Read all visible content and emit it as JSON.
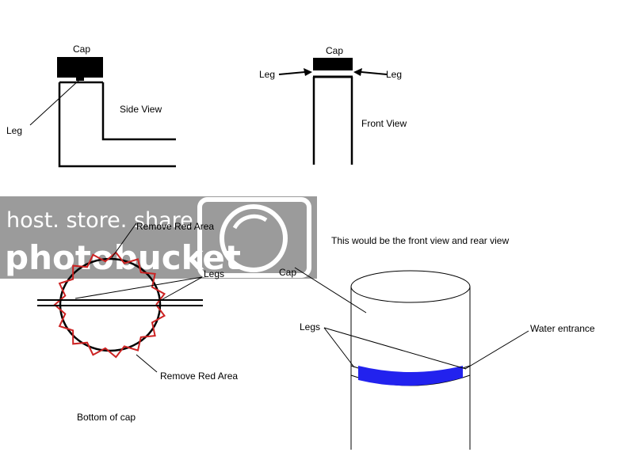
{
  "colors": {
    "ink": "#000000",
    "red_area": "#cc2222",
    "water_entrance": "#2222ee",
    "watermark_bg": "#888888",
    "watermark_fg": "#ffffff"
  },
  "watermark": {
    "line1": "host. store. share.",
    "line2": "photobucket",
    "icon": "camera-lens-icon"
  },
  "side_view": {
    "cap_label": "Cap",
    "leg_label": "Leg",
    "title": "Side View"
  },
  "front_view": {
    "cap_label": "Cap",
    "leg_left_label": "Leg",
    "leg_right_label": "Leg",
    "title": "Front View"
  },
  "bottom_view": {
    "remove_top_label": "Remove Red Area",
    "legs_label": "Legs",
    "remove_bottom_label": "Remove Red Area",
    "title": "Bottom of cap"
  },
  "perspective_view": {
    "caption": "This would be the front view and rear view",
    "cap_label": "Cap",
    "legs_label": "Legs",
    "water_label": "Water entrance"
  }
}
